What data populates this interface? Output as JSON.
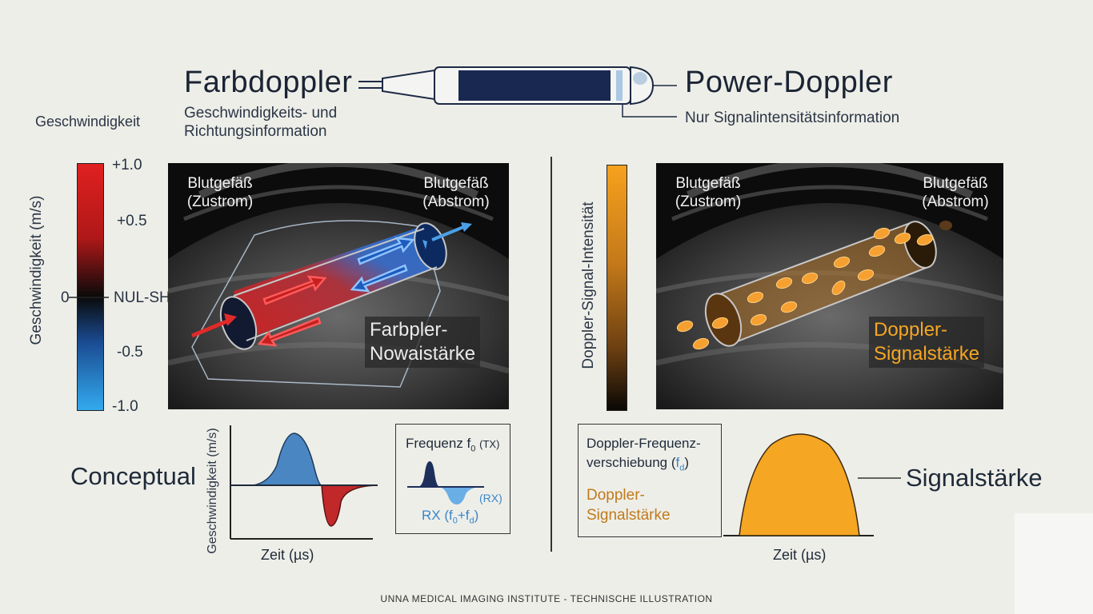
{
  "header": {
    "left_title": "Farbdoppler",
    "left_sub_1": "Geschwindigkeits- und",
    "left_sub_2": "Richtungsinformation",
    "right_title": "Power-Doppler",
    "right_sub": "Nur Signalintensitätsinformation"
  },
  "color_scale": {
    "top_label": "Geschwindigkeit",
    "axis_label": "Geschwindigkeit (m/s)",
    "ticks": [
      "+1.0",
      "+0.5",
      "0",
      "NUL-SHIFT",
      "-0.5",
      "-1.0"
    ],
    "colors": {
      "positive": "#e02020",
      "zero": "#0a0a0a",
      "negative": "#33aaee"
    }
  },
  "left_image": {
    "vessel_in": "Blutgefäß",
    "vessel_in_sub": "(Zustrom)",
    "vessel_out": "Blutgefäß",
    "vessel_out_sub": "(Abstrom)",
    "box_line_1": "Farbpler-",
    "box_line_2": "Nowaistärke"
  },
  "power_scale": {
    "axis_label": "Doppler-Signal-Intensität",
    "color": "#f5a623"
  },
  "right_image": {
    "vessel_in": "Blutgefäß",
    "vessel_in_sub": "(Zustrom)",
    "vessel_out": "Blutgefäß",
    "vessel_out_sub": "(Abstrom)",
    "box_line_1": "Doppler-",
    "box_line_2": "Signalstärke"
  },
  "bottom_left": {
    "conceptual_label": "Conceptual",
    "y_label": "Geschwindigkeit (m/s)",
    "x_label": "Zeit (µs)",
    "freq_title": "Frequenz f",
    "freq_title_sub": "0",
    "freq_title_suffix": "(TX)",
    "rx_label": "(RX)",
    "rx_formula_pre": "RX (f",
    "rx_formula_sub1": "0",
    "rx_formula_mid": "+f",
    "rx_formula_sub2": "d",
    "rx_formula_end": ")"
  },
  "bottom_right": {
    "shift_line_1": "Doppler-Frequenz-",
    "shift_line_2_pre": "verschiebung (",
    "shift_f": "f",
    "shift_sub": "d",
    "shift_line_2_end": ")",
    "strength_line_1": "Doppler-",
    "strength_line_2": "Signalstärke",
    "x_label": "Zeit (µs)",
    "signal_label": "Signalstärke"
  },
  "footer": "UNNA MEDICAL IMAGING INSTITUTE - TECHNISCHE ILLUSTRATION"
}
